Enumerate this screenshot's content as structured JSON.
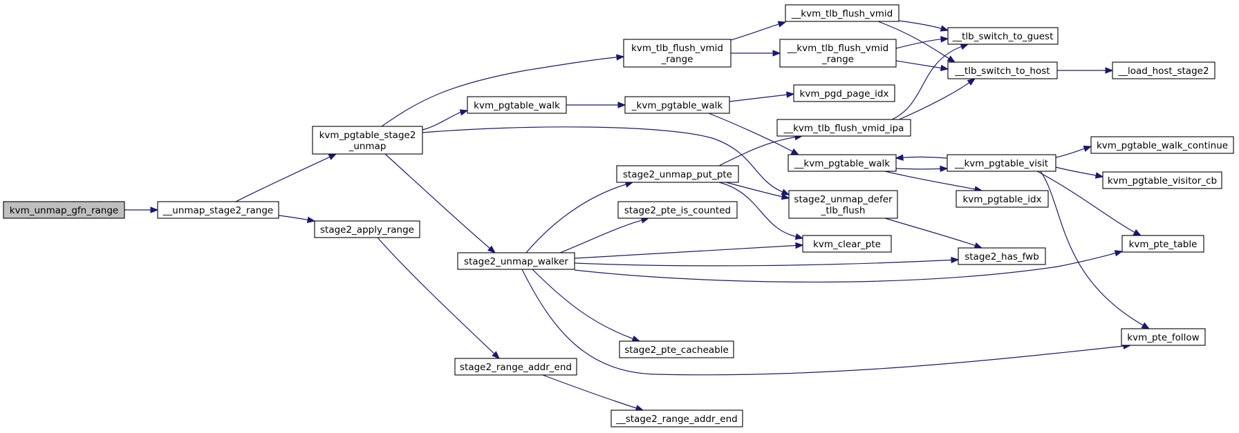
{
  "graph": {
    "colors": {
      "edge": "#191970",
      "root_fill": "#bfbfbf",
      "node_fill": "#ffffff",
      "border": "#000000"
    },
    "nodes": [
      {
        "id": "kvm_unmap_gfn_range",
        "lines": [
          "kvm_unmap_gfn_range"
        ],
        "root": true
      },
      {
        "id": "__unmap_stage2_range",
        "lines": [
          "__unmap_stage2_range"
        ]
      },
      {
        "id": "kvm_pgtable_stage2_unmap",
        "lines": [
          "kvm_pgtable_stage2",
          "_unmap"
        ]
      },
      {
        "id": "stage2_apply_range",
        "lines": [
          "stage2_apply_range"
        ]
      },
      {
        "id": "kvm_tlb_flush_vmid_range",
        "lines": [
          "kvm_tlb_flush_vmid",
          "_range"
        ]
      },
      {
        "id": "kvm_pgtable_walk",
        "lines": [
          "kvm_pgtable_walk"
        ]
      },
      {
        "id": "stage2_unmap_walker",
        "lines": [
          "stage2_unmap_walker"
        ]
      },
      {
        "id": "stage2_range_addr_end",
        "lines": [
          "stage2_range_addr_end"
        ]
      },
      {
        "id": "__kvm_tlb_flush_vmid",
        "lines": [
          "__kvm_tlb_flush_vmid"
        ]
      },
      {
        "id": "__kvm_tlb_flush_vmid_range",
        "lines": [
          "__kvm_tlb_flush_vmid",
          "_range"
        ]
      },
      {
        "id": "_kvm_pgtable_walk",
        "lines": [
          "_kvm_pgtable_walk"
        ]
      },
      {
        "id": "stage2_unmap_put_pte",
        "lines": [
          "stage2_unmap_put_pte"
        ]
      },
      {
        "id": "stage2_pte_is_counted",
        "lines": [
          "stage2_pte_is_counted"
        ]
      },
      {
        "id": "stage2_pte_cacheable",
        "lines": [
          "stage2_pte_cacheable"
        ]
      },
      {
        "id": "__stage2_range_addr_end",
        "lines": [
          "__stage2_range_addr_end"
        ]
      },
      {
        "id": "kvm_pgd_page_idx",
        "lines": [
          "kvm_pgd_page_idx"
        ]
      },
      {
        "id": "__kvm_tlb_flush_vmid_ipa",
        "lines": [
          "__kvm_tlb_flush_vmid_ipa"
        ]
      },
      {
        "id": "__kvm_pgtable_walk",
        "lines": [
          "__kvm_pgtable_walk"
        ]
      },
      {
        "id": "stage2_unmap_defer_tlb_flush",
        "lines": [
          "stage2_unmap_defer",
          "_tlb_flush"
        ]
      },
      {
        "id": "kvm_clear_pte",
        "lines": [
          "kvm_clear_pte"
        ]
      },
      {
        "id": "__tlb_switch_to_guest",
        "lines": [
          "__tlb_switch_to_guest"
        ]
      },
      {
        "id": "__tlb_switch_to_host",
        "lines": [
          "__tlb_switch_to_host"
        ]
      },
      {
        "id": "__kvm_pgtable_visit",
        "lines": [
          "__kvm_pgtable_visit"
        ]
      },
      {
        "id": "kvm_pgtable_idx",
        "lines": [
          "kvm_pgtable_idx"
        ]
      },
      {
        "id": "stage2_has_fwb",
        "lines": [
          "stage2_has_fwb"
        ]
      },
      {
        "id": "__load_host_stage2",
        "lines": [
          "__load_host_stage2"
        ]
      },
      {
        "id": "kvm_pgtable_walk_continue",
        "lines": [
          "kvm_pgtable_walk_continue"
        ]
      },
      {
        "id": "kvm_pgtable_visitor_cb",
        "lines": [
          "kvm_pgtable_visitor_cb"
        ]
      },
      {
        "id": "kvm_pte_table",
        "lines": [
          "kvm_pte_table"
        ]
      },
      {
        "id": "kvm_pte_follow",
        "lines": [
          "kvm_pte_follow"
        ]
      }
    ],
    "edges": [
      {
        "from": "kvm_unmap_gfn_range",
        "to": "__unmap_stage2_range"
      },
      {
        "from": "__unmap_stage2_range",
        "to": "kvm_pgtable_stage2_unmap"
      },
      {
        "from": "__unmap_stage2_range",
        "to": "stage2_apply_range"
      },
      {
        "from": "kvm_pgtable_stage2_unmap",
        "to": "kvm_tlb_flush_vmid_range"
      },
      {
        "from": "kvm_pgtable_stage2_unmap",
        "to": "kvm_pgtable_walk"
      },
      {
        "from": "kvm_pgtable_stage2_unmap",
        "to": "stage2_unmap_walker"
      },
      {
        "from": "kvm_pgtable_stage2_unmap",
        "to": "stage2_unmap_defer_tlb_flush"
      },
      {
        "from": "stage2_apply_range",
        "to": "stage2_range_addr_end"
      },
      {
        "from": "kvm_tlb_flush_vmid_range",
        "to": "__kvm_tlb_flush_vmid"
      },
      {
        "from": "kvm_tlb_flush_vmid_range",
        "to": "__kvm_tlb_flush_vmid_range"
      },
      {
        "from": "kvm_pgtable_walk",
        "to": "_kvm_pgtable_walk"
      },
      {
        "from": "_kvm_pgtable_walk",
        "to": "kvm_pgd_page_idx"
      },
      {
        "from": "_kvm_pgtable_walk",
        "to": "__kvm_pgtable_walk"
      },
      {
        "from": "__kvm_tlb_flush_vmid",
        "to": "__tlb_switch_to_guest"
      },
      {
        "from": "__kvm_tlb_flush_vmid",
        "to": "__tlb_switch_to_host"
      },
      {
        "from": "__kvm_tlb_flush_vmid_range",
        "to": "__tlb_switch_to_guest"
      },
      {
        "from": "__kvm_tlb_flush_vmid_range",
        "to": "__tlb_switch_to_host"
      },
      {
        "from": "__kvm_tlb_flush_vmid_ipa",
        "to": "__tlb_switch_to_guest"
      },
      {
        "from": "__kvm_tlb_flush_vmid_ipa",
        "to": "__tlb_switch_to_host"
      },
      {
        "from": "__tlb_switch_to_host",
        "to": "__load_host_stage2"
      },
      {
        "from": "stage2_unmap_walker",
        "to": "stage2_unmap_put_pte"
      },
      {
        "from": "stage2_unmap_walker",
        "to": "stage2_pte_is_counted"
      },
      {
        "from": "stage2_unmap_walker",
        "to": "kvm_clear_pte"
      },
      {
        "from": "stage2_unmap_walker",
        "to": "stage2_has_fwb"
      },
      {
        "from": "stage2_unmap_walker",
        "to": "kvm_pte_table"
      },
      {
        "from": "stage2_unmap_walker",
        "to": "stage2_pte_cacheable"
      },
      {
        "from": "stage2_unmap_walker",
        "to": "kvm_pte_follow"
      },
      {
        "from": "stage2_unmap_put_pte",
        "to": "__kvm_tlb_flush_vmid_ipa"
      },
      {
        "from": "stage2_unmap_put_pte",
        "to": "stage2_unmap_defer_tlb_flush"
      },
      {
        "from": "stage2_unmap_put_pte",
        "to": "kvm_clear_pte"
      },
      {
        "from": "stage2_unmap_defer_tlb_flush",
        "to": "stage2_has_fwb"
      },
      {
        "from": "stage2_range_addr_end",
        "to": "__stage2_range_addr_end"
      },
      {
        "from": "__kvm_pgtable_walk",
        "to": "__kvm_pgtable_visit"
      },
      {
        "from": "__kvm_pgtable_walk",
        "to": "kvm_pgtable_idx"
      },
      {
        "from": "__kvm_pgtable_visit",
        "to": "__kvm_pgtable_walk"
      },
      {
        "from": "__kvm_pgtable_visit",
        "to": "kvm_pgtable_walk_continue"
      },
      {
        "from": "__kvm_pgtable_visit",
        "to": "kvm_pgtable_visitor_cb"
      },
      {
        "from": "__kvm_pgtable_visit",
        "to": "kvm_pte_table"
      },
      {
        "from": "__kvm_pgtable_visit",
        "to": "kvm_pte_follow"
      }
    ]
  }
}
